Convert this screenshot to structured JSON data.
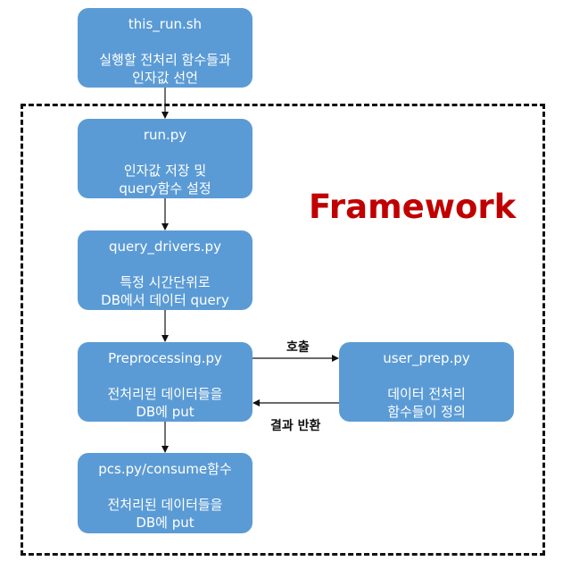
{
  "framework_label": "Framework",
  "boxes": {
    "this_run": {
      "title": "this_run.sh",
      "lines": [
        "실행할 전처리 함수들과",
        "인자값 선언"
      ]
    },
    "run": {
      "title": "run.py",
      "lines": [
        "인자값 저장 및",
        "query함수 설정"
      ]
    },
    "query_drivers": {
      "title": "query_drivers.py",
      "lines": [
        "특정 시간단위로",
        "DB에서 데이터 query"
      ]
    },
    "preprocessing": {
      "title": "Preprocessing.py",
      "lines": [
        "전처리된 데이터들을",
        "DB에 put"
      ]
    },
    "pcs": {
      "title": "pcs.py/consume함수",
      "lines": [
        "전처리된 데이터들을",
        "DB에 put"
      ]
    },
    "user_prep": {
      "title": "user_prep.py",
      "lines": [
        "데이터 전처리",
        "함수들이 정의"
      ]
    }
  },
  "edges": {
    "call": "호출",
    "return": "결과 반환"
  },
  "colors": {
    "box_fill": "#5b9bd5",
    "box_text": "#ffffff",
    "framework_label": "#c00000",
    "frame_border": "#111111"
  }
}
